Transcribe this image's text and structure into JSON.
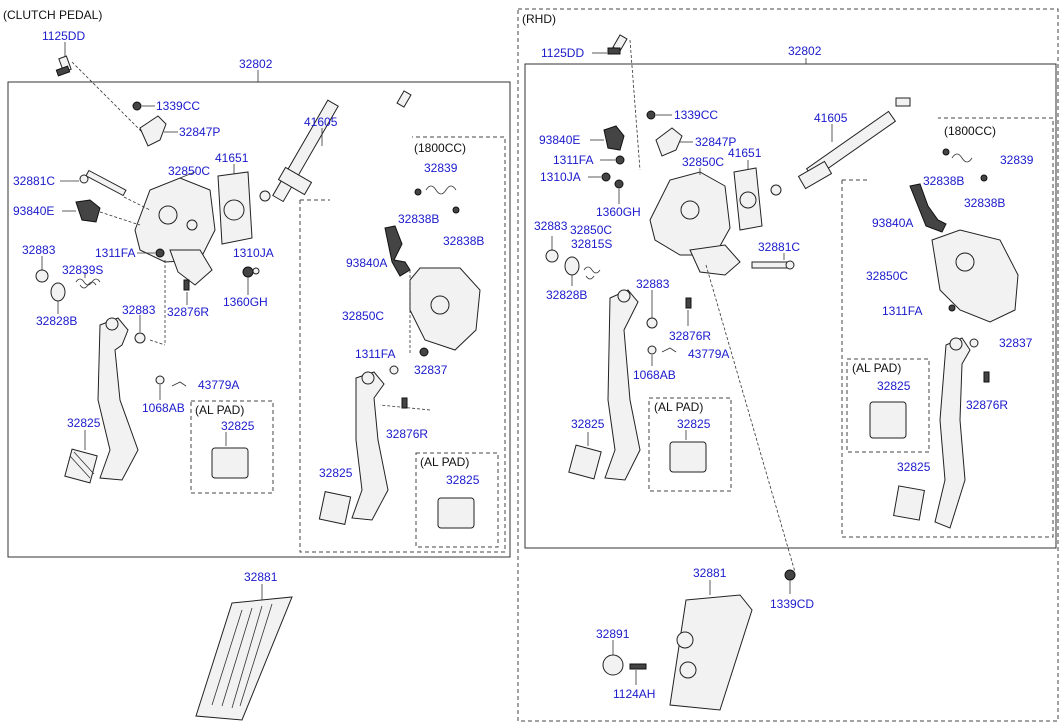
{
  "headers": {
    "clutch": "(CLUTCH PEDAL)",
    "rhd": "(RHD)",
    "cc_left": "(1800CC)",
    "cc_right": "(1800CC)",
    "alpad_1": "(AL PAD)",
    "alpad_2": "(AL PAD)",
    "alpad_3": "(AL PAD)",
    "alpad_4": "(AL PAD)"
  },
  "labels": {
    "l_1125DD": "1125DD",
    "l_32802": "32802",
    "l_1339CC": "1339CC",
    "l_32847P": "32847P",
    "l_41605": "41605",
    "l_41651": "41651",
    "l_32881C": "32881C",
    "l_32850C": "32850C",
    "l_93840E": "93840E",
    "l_32883a": "32883",
    "l_1311FA": "1311FA",
    "l_1310JA": "1310JA",
    "l_32839S": "32839S",
    "l_32828B": "32828B",
    "l_32883b": "32883",
    "l_32876R": "32876R",
    "l_1360GH": "1360GH",
    "l_43779A": "43779A",
    "l_1068AB": "1068AB",
    "l_32825a": "32825",
    "l_32825b": "32825",
    "l_32839": "32839",
    "l_32838Ba": "32838B",
    "l_32838Bb": "32838B",
    "l_93840A": "93840A",
    "l_32850C2": "32850C",
    "l_1311FA2": "1311FA",
    "l_32837": "32837",
    "l_32876R2": "32876R",
    "l_32825c": "32825",
    "l_32825d": "32825",
    "l_32881": "32881",
    "r_1125DD": "1125DD",
    "r_32802": "32802",
    "r_1339CC": "1339CC",
    "r_93840E": "93840E",
    "r_32847P": "32847P",
    "r_1311FA": "1311FA",
    "r_32850C": "32850C",
    "r_41651": "41651",
    "r_41605": "41605",
    "r_1310JA": "1310JA",
    "r_1360GH": "1360GH",
    "r_32883a": "32883",
    "r_32850C2": "32850C",
    "r_32815S": "32815S",
    "r_32881C": "32881C",
    "r_32828B": "32828B",
    "r_32883b": "32883",
    "r_32876R": "32876R",
    "r_43779A": "43779A",
    "r_1068AB": "1068AB",
    "r_32825a": "32825",
    "r_32825b": "32825",
    "r_32839": "32839",
    "r_32838Ba": "32838B",
    "r_32838Bb": "32838B",
    "r_93840A": "93840A",
    "r_32850C3": "32850C",
    "r_1311FA2": "1311FA",
    "r_32837": "32837",
    "r_32876R2": "32876R",
    "r_32825c": "32825",
    "r_32825d": "32825",
    "r_32881": "32881",
    "r_1339CD": "1339CD",
    "r_32891": "32891",
    "r_1124AH": "1124AH"
  },
  "colors": {
    "label": "#1a1acc",
    "header": "#111111",
    "line": "#333333"
  }
}
